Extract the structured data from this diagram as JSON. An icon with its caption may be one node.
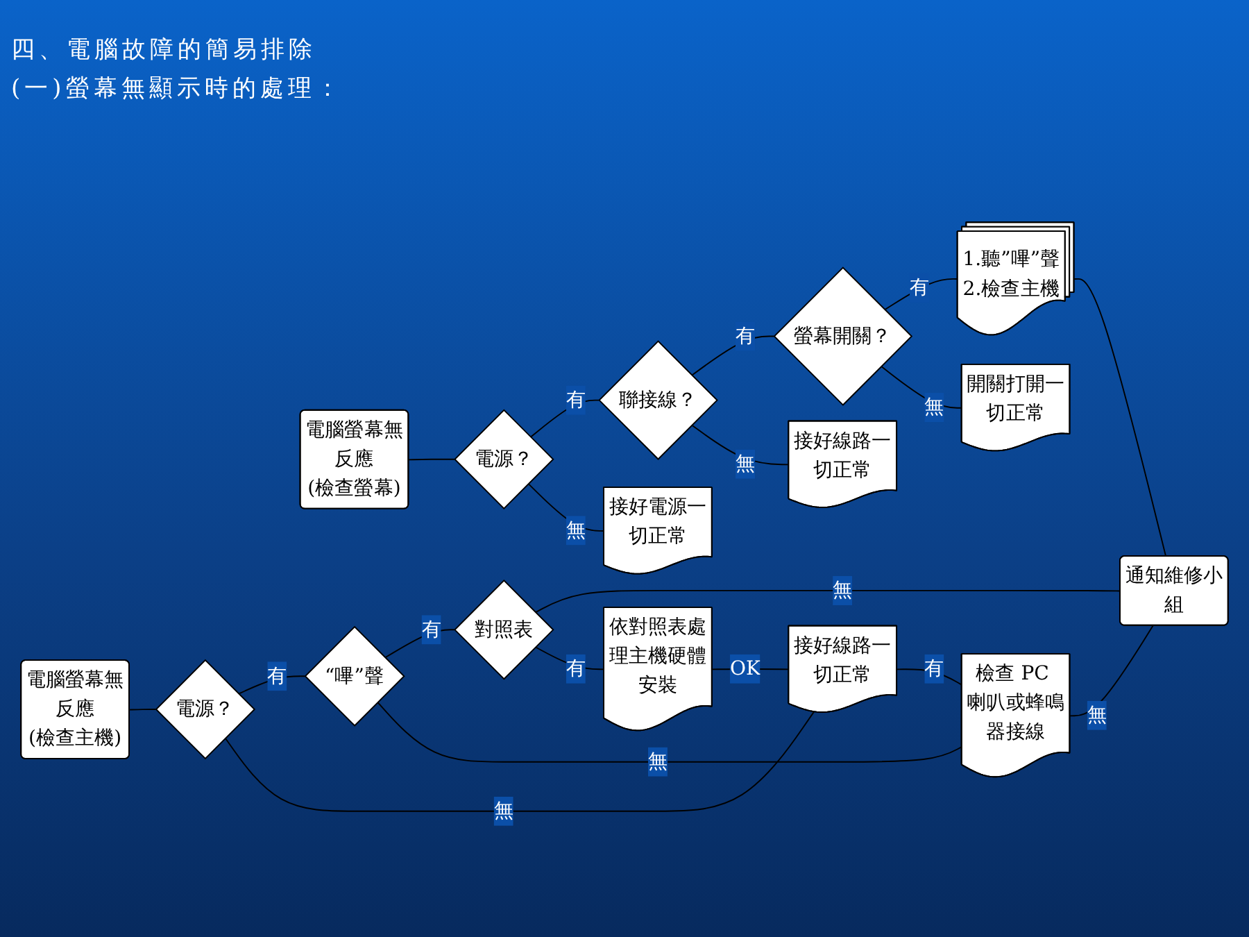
{
  "diagram": {
    "title": "四、電腦故障的簡易排除",
    "nodes": [
      {
        "text": [
          "電腦螢幕無反應",
          "(檢查螢幕)"
        ]
      },
      {
        "text": [
          "電源？"
        ]
      },
      {
        "text": [
          "聯接線？"
        ]
      },
      {
        "text": [
          "螢幕開關？"
        ]
      },
      {
        "text": [
          "1.聽”嗶”聲",
          "2.檢查主機"
        ]
      },
      {
        "text": [
          "接好電源一切正常"
        ]
      },
      {
        "text": [
          "接好線路一切正常"
        ]
      },
      {
        "text": [
          "開關打開一切正常"
        ]
      },
      {
        "text": [
          "通知維修小組"
        ]
      },
      {
        "text": [
          "電腦螢幕無反應",
          "(檢查主機)"
        ]
      },
      {
        "text": [
          "電源？"
        ]
      },
      {
        "text": [
          "“嗶”聲"
        ]
      },
      {
        "text": [
          "對照表"
        ]
      },
      {
        "text": [
          "接好線路一切正常"
        ]
      },
      {
        "text": [
          "檢查 PC 喇叭或蜂鳴器接線"
        ]
      },
      {
        "text": [
          "依對照表處理主機硬體安裝"
        ]
      }
    ],
    "edges": [
      {
        "from": 0,
        "to": 1,
        "arrow": "none"
      },
      {
        "from": 1,
        "to": 2,
        "arrow": "none",
        "label": "有"
      },
      {
        "from": 2,
        "to": 3,
        "arrow": "none",
        "label": "有"
      },
      {
        "from": 3,
        "to": 4,
        "arrow": "none",
        "label": "有"
      },
      {
        "from": 1,
        "to": 5,
        "arrow": "none",
        "label": "無"
      },
      {
        "from": 2,
        "to": 6,
        "arrow": "none",
        "label": "無"
      },
      {
        "from": 3,
        "to": 7,
        "arrow": "none",
        "label": "無"
      },
      {
        "from": 4,
        "to": 8,
        "arrow": "none"
      },
      {
        "from": 9,
        "to": 10,
        "arrow": "none"
      },
      {
        "from": 10,
        "to": 11,
        "arrow": "none",
        "label": "有"
      },
      {
        "from": 11,
        "to": 12,
        "arrow": "none",
        "label": "有"
      },
      {
        "from": 12,
        "to": 8,
        "arrow": "none",
        "label": "無"
      },
      {
        "from": 10,
        "to": 13,
        "arrow": "none",
        "label": "無"
      },
      {
        "from": 11,
        "to": 14,
        "arrow": "none",
        "label": "無"
      },
      {
        "from": 12,
        "to": 15,
        "arrow": "none",
        "label": "有"
      },
      {
        "from": 13,
        "to": 14,
        "arrow": "none",
        "label": "有"
      },
      {
        "from": 14,
        "to": 8,
        "arrow": "none",
        "label": "無"
      },
      {
        "from": 15,
        "to": 13,
        "arrow": "none",
        "label": "OK"
      }
    ],
    "labels": [
      "(一)螢幕無顯示時的處理："
    ]
  }
}
